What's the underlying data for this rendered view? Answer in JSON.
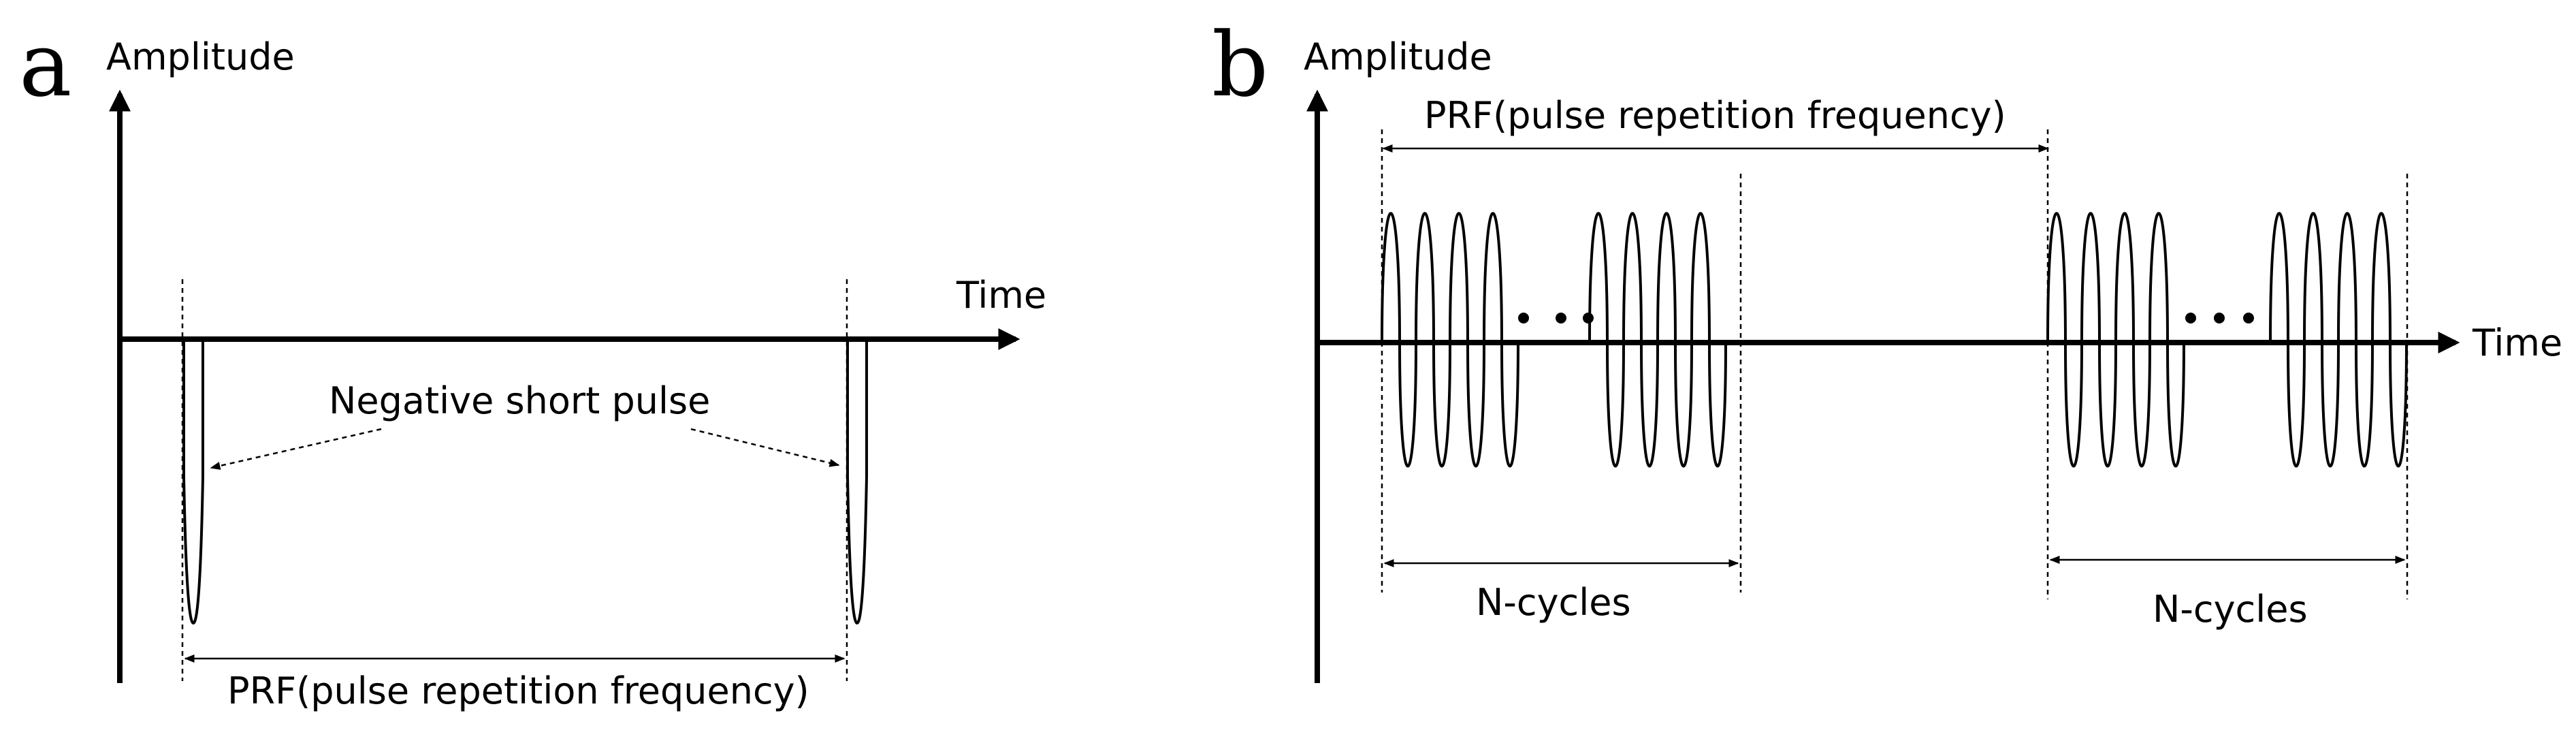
{
  "panel_a": {
    "letter": "a",
    "y_axis_label": "Amplitude",
    "x_axis_label": "Time",
    "pulse_label": "Negative short pulse",
    "prf_label": "PRF(pulse repetition frequency)"
  },
  "panel_b": {
    "letter": "b",
    "y_axis_label": "Amplitude",
    "x_axis_label": "Time",
    "prf_label": "PRF(pulse repetition frequency)",
    "cycles_label_1": "N-cycles",
    "cycles_label_2": "N-cycles"
  },
  "colors": {
    "ink": "#000000",
    "background": "#ffffff"
  }
}
